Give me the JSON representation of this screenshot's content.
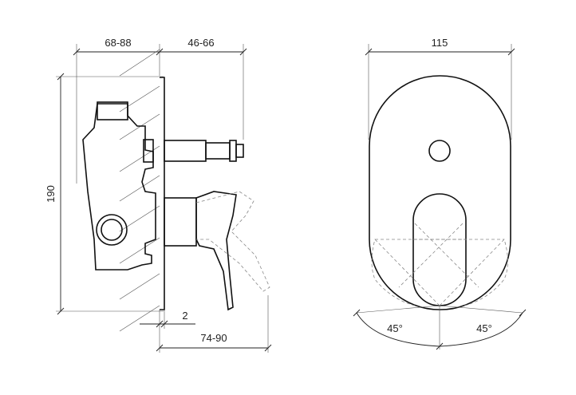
{
  "dimensions": {
    "depth_body": "68-88",
    "depth_trim": "46-66",
    "height": "190",
    "plate_gap": "2",
    "lever_reach": "74-90",
    "width": "115",
    "angle_left": "45°",
    "angle_right": "45°"
  }
}
